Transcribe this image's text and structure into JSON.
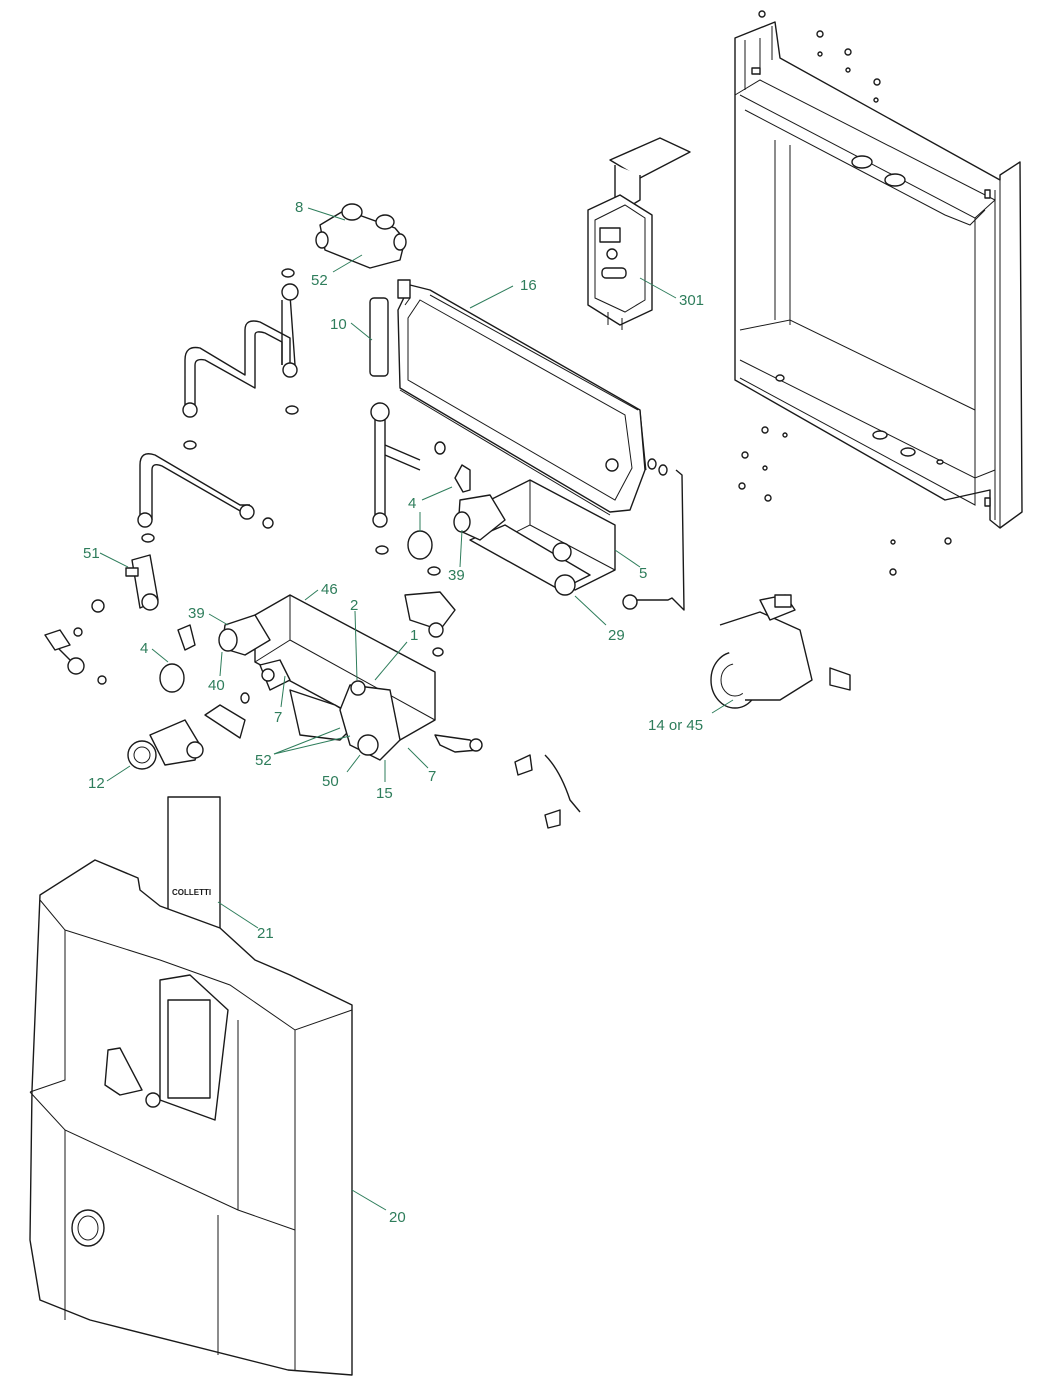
{
  "diagram": {
    "colors": {
      "callout": "#2e7d5b",
      "line": "#1a1a1a",
      "shade": "#d9d9d9"
    },
    "callouts": {
      "c8": "8",
      "c52a": "52",
      "c16": "16",
      "c301": "301",
      "c10": "10",
      "c4a": "4",
      "c39a": "39",
      "c5": "5",
      "c51": "51",
      "c46": "46",
      "c2": "2",
      "c1": "1",
      "c39b": "39",
      "c4b": "4",
      "c40": "40",
      "c7a": "7",
      "c29": "29",
      "c14": "14 or 45",
      "c12": "12",
      "c52b": "52",
      "c50": "50",
      "c15": "15",
      "c7b": "7",
      "c21": "21",
      "c20": "20"
    },
    "brand_label": "COLLETTI"
  }
}
